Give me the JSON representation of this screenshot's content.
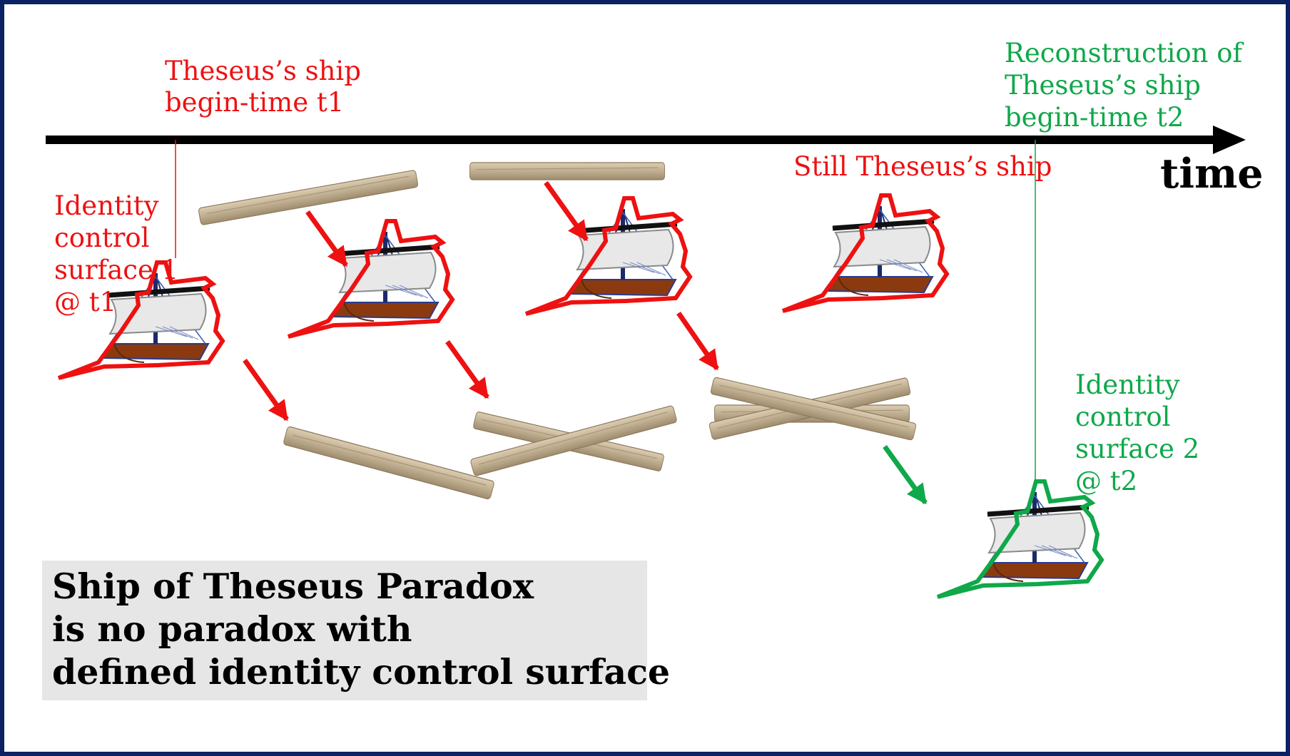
{
  "labels": {
    "ship_begin": "Theseus’s ship\nbegin-time t1",
    "reconstruction": "Reconstruction of\nTheseus’s ship\nbegin-time t2",
    "still_ship": "Still Theseus’s ship",
    "surface_1": "Identity\ncontrol\nsurface 1\n @ t1",
    "surface_2": "Identity\ncontrol\nsurface 2\n@ t2",
    "time_axis": "time"
  },
  "title": "Ship of Theseus Paradox\nis no paradox with\ndefined identity control surface",
  "colors": {
    "original_ship": "#ee1111",
    "reconstruction": "#0fa84a",
    "frame": "#0b2163",
    "hull": "#8b3a10",
    "sail": "#e8e8e8",
    "plank": "#c8b79a",
    "title_box": "#e6e6e6"
  }
}
